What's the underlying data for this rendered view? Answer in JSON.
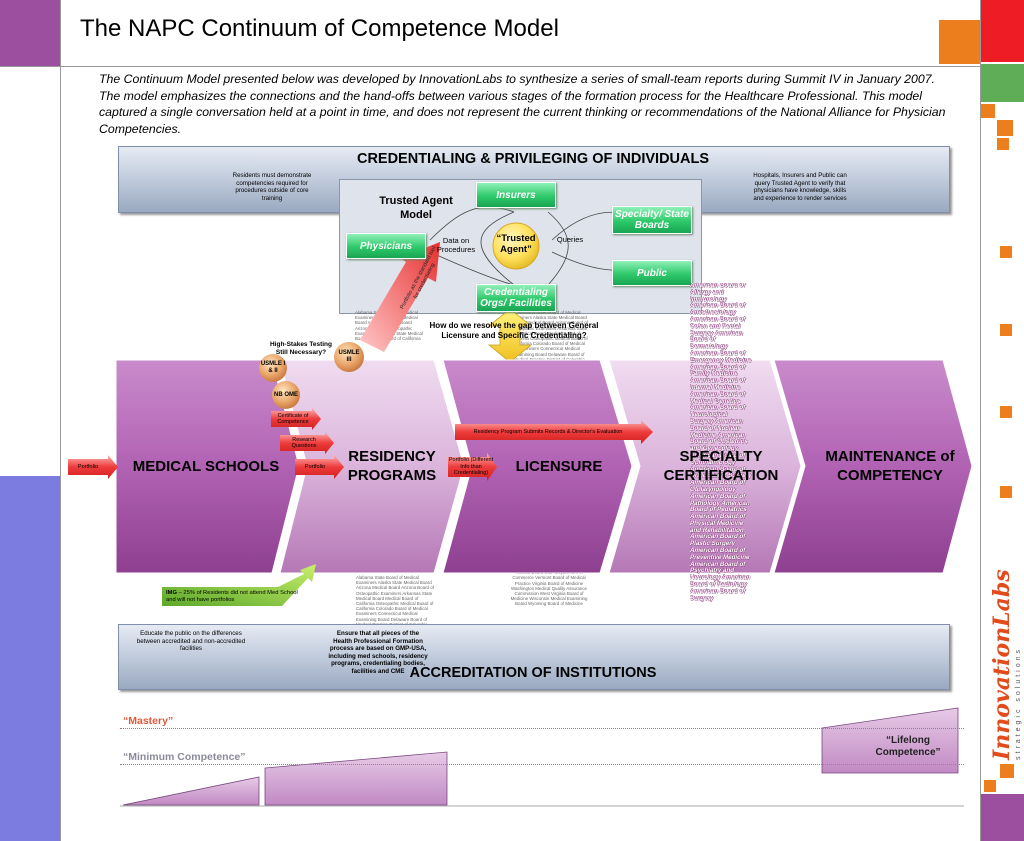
{
  "title": "The NAPC Continuum of Competence Model",
  "intro": "The Continuum Model presented below was developed by InnovationLabs to synthesize a series of small-team reports during Summit IV in January 2007. The model emphasizes the connections and the hand-offs between various stages of the formation process for the Healthcare Professional. This model captured a single conversation held at a point in time, and does not represent the current thinking or recommendations of the National Alliance for Physician Competencies.",
  "credentialing": {
    "title": "CREDENTIALING & PRIVILEGING OF INDIVIDUALS",
    "left_note": "Residents must demonstrate competencies required for procedures outside of core training",
    "right_note": "Hospitals, Insurers and Public can query Trusted Agent to verify that physicians have knowledge, skills and experience to render services"
  },
  "trusted_agent": {
    "model_label": "Trusted Agent Model",
    "center": "“Trusted Agent”",
    "data_label": "Data on Procedures",
    "queries_label": "Queries",
    "insurers": "Insurers",
    "specialty": "Specialty/ State Boards",
    "physicians": "Physicians",
    "public": "Public",
    "credentialing_orgs": "Credentialing Orgs/ Facilities",
    "portfolio_arrow": "Portfolio as the standard tool for credentialing"
  },
  "gap_question": "How do we resolve the gap between General Licensure and Specific Credentialing?",
  "testing": {
    "high_stakes": "High-Stakes Testing Still Necessary?",
    "usmle12": "USMLE I & II",
    "usmle3": "USMLE III",
    "nbome": "NB OME",
    "certificate": "Certificate of Competence",
    "research": "Research Questions"
  },
  "stages": {
    "medical_schools": "MEDICAL SCHOOLS",
    "residency": "RESIDENCY PROGRAMS",
    "licensure": "LICENSURE",
    "specialty": "SPECIALTY CERTIFICATION",
    "maintenance": "MAINTENANCE of COMPETENCY"
  },
  "tags": {
    "portfolio_left": "Portfolio",
    "portfolio_mid": "Portfolio",
    "portfolio_diff": "Portfolio (Different Info than Credentialing)",
    "residency_submits": "Residency Program Submits Records & Director's Evaluation"
  },
  "img": {
    "bold": "IMG",
    "text": " – 25% of Residents did not attend Med School and will not have portfolios"
  },
  "accreditation": {
    "title": "ACCREDITATION OF INSTITUTIONS",
    "left_note": "Educate the public on the differences between accredited and non-accredited facilities",
    "mid_note": "Ensure that all pieces of the Health Professional Formation process are based on GMP-USA, including med schools, residency programs, credentialing bodies, facilities and CME"
  },
  "competence": {
    "mastery": "“Mastery”",
    "minimum": "“Minimum Competence”",
    "lifelong": "“Lifelong Competence”"
  },
  "boards_list": "American Board of Allergy and Immunology American Board of Anesthesiology American Board of Colon and Rectal Surgery American Board of Dermatology American Board of Emergency Medicine American Board of Family Medicine American Board of Internal Medicine American Board of Medical Genetics American Board of Neurological Surgery American Board of Nuclear Medicine American Board of Obstetrics and Gynecology American Board of Ophthalmology American Board of Orthopaedic Surgery American Board of Otolaryngology American Board of Pathology American Board of Pediatrics American Board of Physical Medicine and Rehabilitation American Board of Plastic Surgery American Board of Preventive Medicine American Board of Psychiatry and Neurology American Board of Radiology American Board of Surgery",
  "state_boards_list": "Alabama State Board of Medical Examiners Alaska State Medical Board Arizona Medical Board Arizona Board of Osteopathic Examiners Arkansas State Medical Board Medical Board of California Osteopathic Medical Board of California Colorado Board of Medical Examiners Connecticut Medical Examining Board Delaware Board of Medical Practice District of Columbia Board of Medicine Florida Board of Medicine Florida Board of Osteopathic Medicine Georgia Composite State Board of Medical Examiners Hawaii Board of Medical Examiners Idaho State Board of Medicine Illinois Department of Professional Regulation Medical Licensing Board of Indiana Iowa Board of Medical Examiners Kansas Board of Healing Arts Kentucky Board of Medical Licensure Louisiana State Board of Medical Examiners Maine Board of Licensure in Medicine Maryland Board of Physicians Massachusetts Board of Registration in Medicine Michigan Board of Medicine Minnesota Board of Medical Practice Mississippi State Board of Medical Licensure Missouri State Board of Registration for the Healing Arts Montana Board of Medical Examiners Nebraska Board of Medicine and Surgery Nevada State Board of Medical Examiners New Hampshire Board of Medicine New Jersey State Board of Medical Examiners New Mexico Medical Board New York State Board for Medicine North Carolina Medical Board North Dakota State Board of Medical Examiners State Medical Board of Ohio Oklahoma State Board of Medical Licensure and Supervision Oregon Board of Medical Examiners Pennsylvania State Board of Medicine Rhode Island Board of Medical Licensure and Discipline South Carolina Board of Medical Examiners South Dakota State Board of Medical and Osteopathic Examiners Tennessee Board of Medical Examiners Texas Medical Board Utah Department of Commerce Vermont Board of Medical Practice Virginia Board of Medicine Washington Medical Quality Assurance Commission West Virginia Board of Medicine Wisconsin Medical Examining Board Wyoming Board of Medicine",
  "logo": {
    "main": "InnovationLabs",
    "sub": "strategic solutions"
  },
  "colors": {
    "purple": "#9b4f9e",
    "blue_strip": "#7c7ce0",
    "orange": "#ec7e1e",
    "red": "#ee1c24",
    "green": "#5fae57",
    "arrow_red": "#ee3b3b",
    "stage_purple": "#b161b2"
  }
}
